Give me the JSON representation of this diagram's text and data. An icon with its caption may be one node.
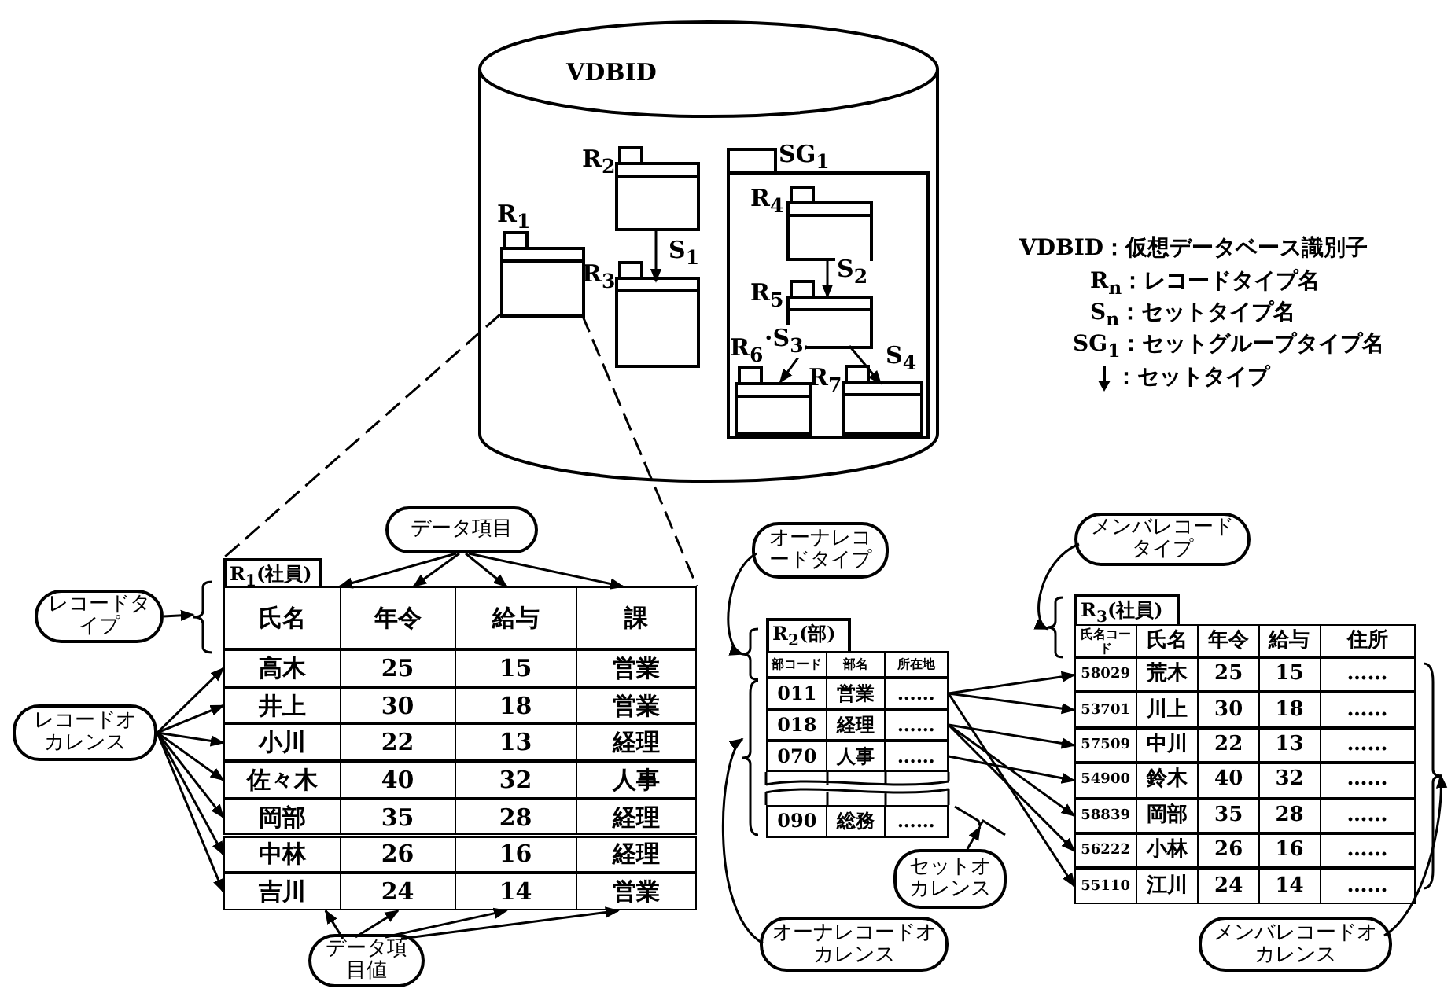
{
  "diagram": {
    "nodes": [
      {
        "text": [
          "VDBID"
        ]
      },
      {
        "text": [
          "R$_{1}$"
        ],
        "in": 0
      },
      {
        "text": [
          "R$_{2}$"
        ],
        "in": 0
      },
      {
        "text": [
          "R$_{3}$"
        ],
        "in": 0
      },
      {
        "text": [
          "SG$_{1}$"
        ],
        "in": 0
      },
      {
        "text": [
          "R$_{4}$"
        ],
        "in": 4
      },
      {
        "text": [
          "R$_{5}$"
        ],
        "in": 4
      },
      {
        "text": [
          "R$_{6}$"
        ],
        "in": 4
      },
      {
        "text": [
          "R$_{7}$"
        ],
        "in": 4
      },
      {
        "text": [
          "データ項目"
        ]
      },
      {
        "text": [],
        "shape": "brace"
      },
      {
        "text": [
          "レコードタイプ"
        ]
      },
      {
        "text": [
          "R$_{1}$(社員)"
        ]
      },
      {
        "text": [
          "氏名",
          "年令",
          "給与",
          "課"
        ],
        "in": 12
      },
      {
        "text": [
          "高木",
          "25",
          "15",
          "営業"
        ],
        "in": 12
      },
      {
        "text": [
          "井上",
          "30",
          "18",
          "営業"
        ],
        "in": 12
      },
      {
        "text": [
          "小川",
          "22",
          "13",
          "経理"
        ],
        "in": 12
      },
      {
        "text": [
          "佐々木",
          "40",
          "32",
          "人事"
        ],
        "in": 12
      },
      {
        "text": [
          "岡部",
          "35",
          "28",
          "経理"
        ],
        "in": 12
      },
      {
        "text": [
          "中林",
          "26",
          "16",
          "経理"
        ],
        "in": 12
      },
      {
        "text": [
          "吉川",
          "24",
          "14",
          "営業"
        ],
        "in": 12
      },
      {
        "text": [
          "レコードオカレンス"
        ]
      },
      {
        "text": [
          "データ項目値"
        ]
      },
      {
        "text": [
          "オーナレコードタイプ"
        ]
      },
      {
        "text": [],
        "shape": "brace"
      },
      {
        "text": [
          "R$_{2}$(部)"
        ]
      },
      {
        "text": [
          "部コード",
          "部名",
          "所在地"
        ],
        "in": 25
      },
      {
        "text": [
          "011",
          "営業",
          "……"
        ],
        "in": 25
      },
      {
        "text": [
          "018",
          "経理",
          "……"
        ],
        "in": 25
      },
      {
        "text": [
          "070",
          "人事",
          "……"
        ],
        "in": 25
      },
      {
        "text": [
          "090",
          "総務",
          "……"
        ],
        "in": 25
      },
      {
        "text": [],
        "shape": "brace"
      },
      {
        "text": [],
        "shape": "bracket"
      },
      {
        "text": [
          "セットオカレンス"
        ]
      },
      {
        "text": [
          "オーナレコードオカレンス"
        ]
      },
      {
        "text": [
          "メンバレコードタイプ"
        ]
      },
      {
        "text": [],
        "shape": "brace"
      },
      {
        "text": [
          "R$_{3}$(社員)"
        ]
      },
      {
        "text": [
          "氏名コード",
          "氏名",
          "年令",
          "給与",
          "住所"
        ],
        "in": 37
      },
      {
        "text": [
          "58029",
          "荒木",
          "25",
          "15",
          "……"
        ],
        "in": 37
      },
      {
        "text": [
          "53701",
          "川上",
          "30",
          "18",
          "……"
        ],
        "in": 37
      },
      {
        "text": [
          "57509",
          "中川",
          "22",
          "13",
          "……"
        ],
        "in": 37
      },
      {
        "text": [
          "54900",
          "鈴木",
          "40",
          "32",
          "……"
        ],
        "in": 37
      },
      {
        "text": [
          "58839",
          "岡部",
          "35",
          "28",
          "……"
        ],
        "in": 37
      },
      {
        "text": [
          "56222",
          "小林",
          "26",
          "16",
          "……"
        ],
        "in": 37
      },
      {
        "text": [
          "55110",
          "江川",
          "24",
          "14",
          "……"
        ],
        "in": 37
      },
      {
        "text": [],
        "shape": "brace"
      },
      {
        "text": [
          "メンバレコードオカレンス"
        ]
      }
    ],
    "edges": [
      {
        "from": 2,
        "to": 3,
        "arrow": "to",
        "label": "S$_{1}$"
      },
      {
        "from": 5,
        "to": 6,
        "arrow": "to",
        "label": "S$_{2}$"
      },
      {
        "from": 6,
        "to": 7,
        "arrow": "to",
        "label": "·S$_{3}$"
      },
      {
        "from": 6,
        "to": 8,
        "arrow": "to",
        "label": "S$_{4}$"
      },
      {
        "from": 1,
        "to": 12,
        "arrow": "none",
        "style": "dashed"
      },
      {
        "from": 1,
        "to": 12,
        "arrow": "none",
        "style": "dashed"
      },
      {
        "from": 9,
        "to": 13,
        "arrow": "to"
      },
      {
        "from": 9,
        "to": 13,
        "arrow": "to"
      },
      {
        "from": 9,
        "to": 13,
        "arrow": "to"
      },
      {
        "from": 9,
        "to": 13,
        "arrow": "to"
      },
      {
        "from": 11,
        "to": 10,
        "arrow": "to"
      },
      {
        "from": 21,
        "to": 14,
        "arrow": "to"
      },
      {
        "from": 21,
        "to": 15,
        "arrow": "to"
      },
      {
        "from": 21,
        "to": 16,
        "arrow": "to"
      },
      {
        "from": 21,
        "to": 17,
        "arrow": "to"
      },
      {
        "from": 21,
        "to": 18,
        "arrow": "to"
      },
      {
        "from": 21,
        "to": 19,
        "arrow": "to"
      },
      {
        "from": 21,
        "to": 20,
        "arrow": "to"
      },
      {
        "from": 22,
        "to": 20,
        "arrow": "to"
      },
      {
        "from": 22,
        "to": 20,
        "arrow": "to"
      },
      {
        "from": 22,
        "to": 20,
        "arrow": "to"
      },
      {
        "from": 22,
        "to": 20,
        "arrow": "to"
      },
      {
        "from": 23,
        "to": 24,
        "arrow": "to"
      },
      {
        "from": 34,
        "to": 31,
        "arrow": "to"
      },
      {
        "from": 33,
        "to": 32,
        "arrow": "to"
      },
      {
        "from": 35,
        "to": 36,
        "arrow": "to"
      },
      {
        "from": 47,
        "to": 46,
        "arrow": "to"
      },
      {
        "from": 27,
        "to": 39,
        "arrow": "to"
      },
      {
        "from": 27,
        "to": 40,
        "arrow": "to"
      },
      {
        "from": 27,
        "to": 45,
        "arrow": "to"
      },
      {
        "from": 28,
        "to": 41,
        "arrow": "to"
      },
      {
        "from": 28,
        "to": 43,
        "arrow": "to"
      },
      {
        "from": 28,
        "to": 44,
        "arrow": "to"
      },
      {
        "from": 29,
        "to": 42,
        "arrow": "to"
      }
    ],
    "labels": [
      "VDBID：仮想データベース識別子",
      "R$_{n}$：レコードタイプ名",
      "S$_{n}$：セットタイプ名",
      "SG$_{1}$：セットグループタイプ名"
    ],
    "legend": [
      {
        "text": "：セットタイプ"
      }
    ]
  }
}
